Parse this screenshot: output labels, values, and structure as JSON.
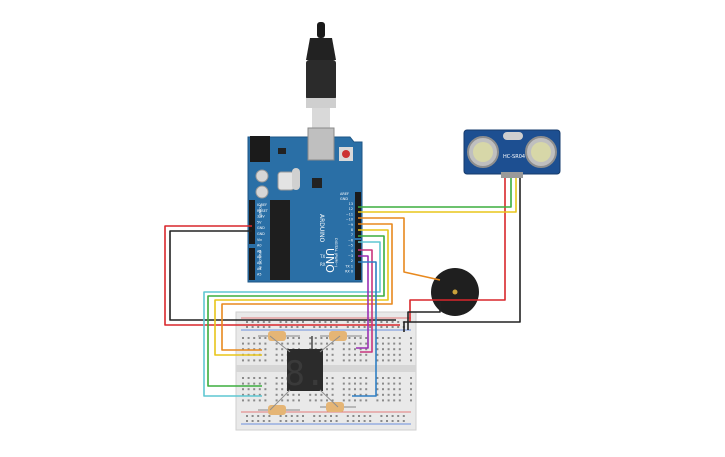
{
  "arduino": {
    "brand_vertical": "ARDUINO",
    "model_vertical": "UNO",
    "aref": "AREF",
    "gnd": "GND",
    "tx": "TX",
    "rx": "RX",
    "digital_vertical": "DIGITAL (PWM~)",
    "power_vertical": "POWER",
    "analog_vertical": "ANALOG IN",
    "pin_labels_right": [
      "13",
      "12",
      "~11",
      "~10",
      "~9",
      "8",
      "7",
      "~6",
      "~5",
      "4",
      "~3",
      "2",
      "TX 1",
      "RX 0"
    ],
    "pin_labels_left": [
      "IOREF",
      "RESET",
      "3.3V",
      "5V",
      "GND",
      "GND",
      "Vin",
      "A0",
      "A1",
      "A2",
      "A3",
      "A4",
      "A5"
    ]
  },
  "ultrasonic": {
    "label": "HC-SR04"
  },
  "display": {
    "digit": "8."
  },
  "colors": {
    "board": "#2a6fa6",
    "board_dark": "#1d5686",
    "red": "#d9272b",
    "black": "#222222",
    "green": "#3cae3f",
    "yellow": "#e8c51a",
    "orange": "#e8891e",
    "blue": "#2f7fc4",
    "purple": "#9b2fb4",
    "magenta": "#c8357d",
    "cyan": "#5fc7d2"
  }
}
